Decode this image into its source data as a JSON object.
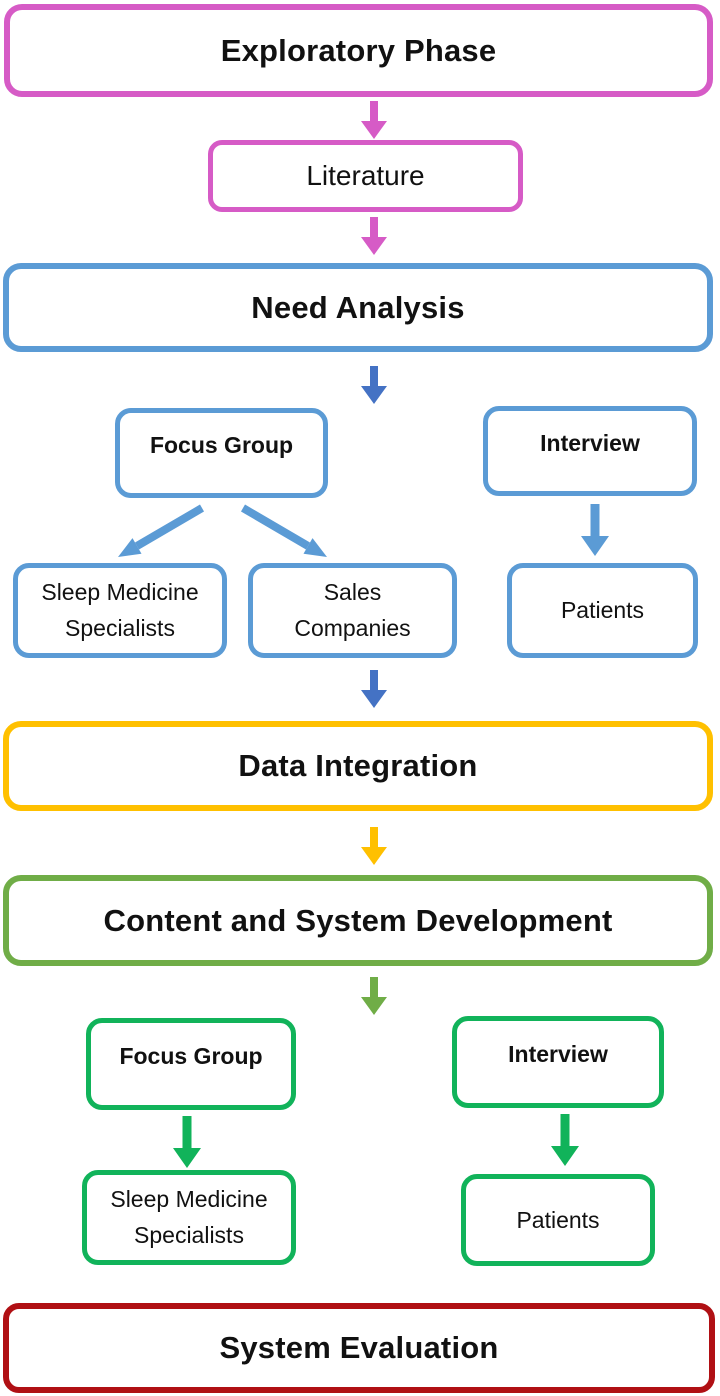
{
  "colors": {
    "pink": "#D65BC6",
    "light_blue": "#5B9BD5",
    "dark_blue": "#4472C4",
    "yellow": "#FFC000",
    "olive_green": "#70AD47",
    "emerald_green": "#11B35A",
    "dark_red": "#B01014",
    "text": "#111111"
  },
  "flowchart": {
    "exploratory_phase": "Exploratory Phase",
    "literature": "Literature",
    "need_analysis": "Need Analysis",
    "need": {
      "focus_group": "Focus Group",
      "interview": "Interview",
      "sleep_medicine_line1": "Sleep Medicine",
      "sleep_medicine_line2": "Specialists",
      "sales_line1": "Sales",
      "sales_line2": "Companies",
      "patients": "Patients"
    },
    "data_integration": "Data Integration",
    "content_system_development": "Content and System Development",
    "development": {
      "focus_group": "Focus Group",
      "interview": "Interview",
      "sleep_medicine_line1": "Sleep Medicine",
      "sleep_medicine_line2": "Specialists",
      "patients": "Patients"
    },
    "system_evaluation": "System Evaluation"
  }
}
